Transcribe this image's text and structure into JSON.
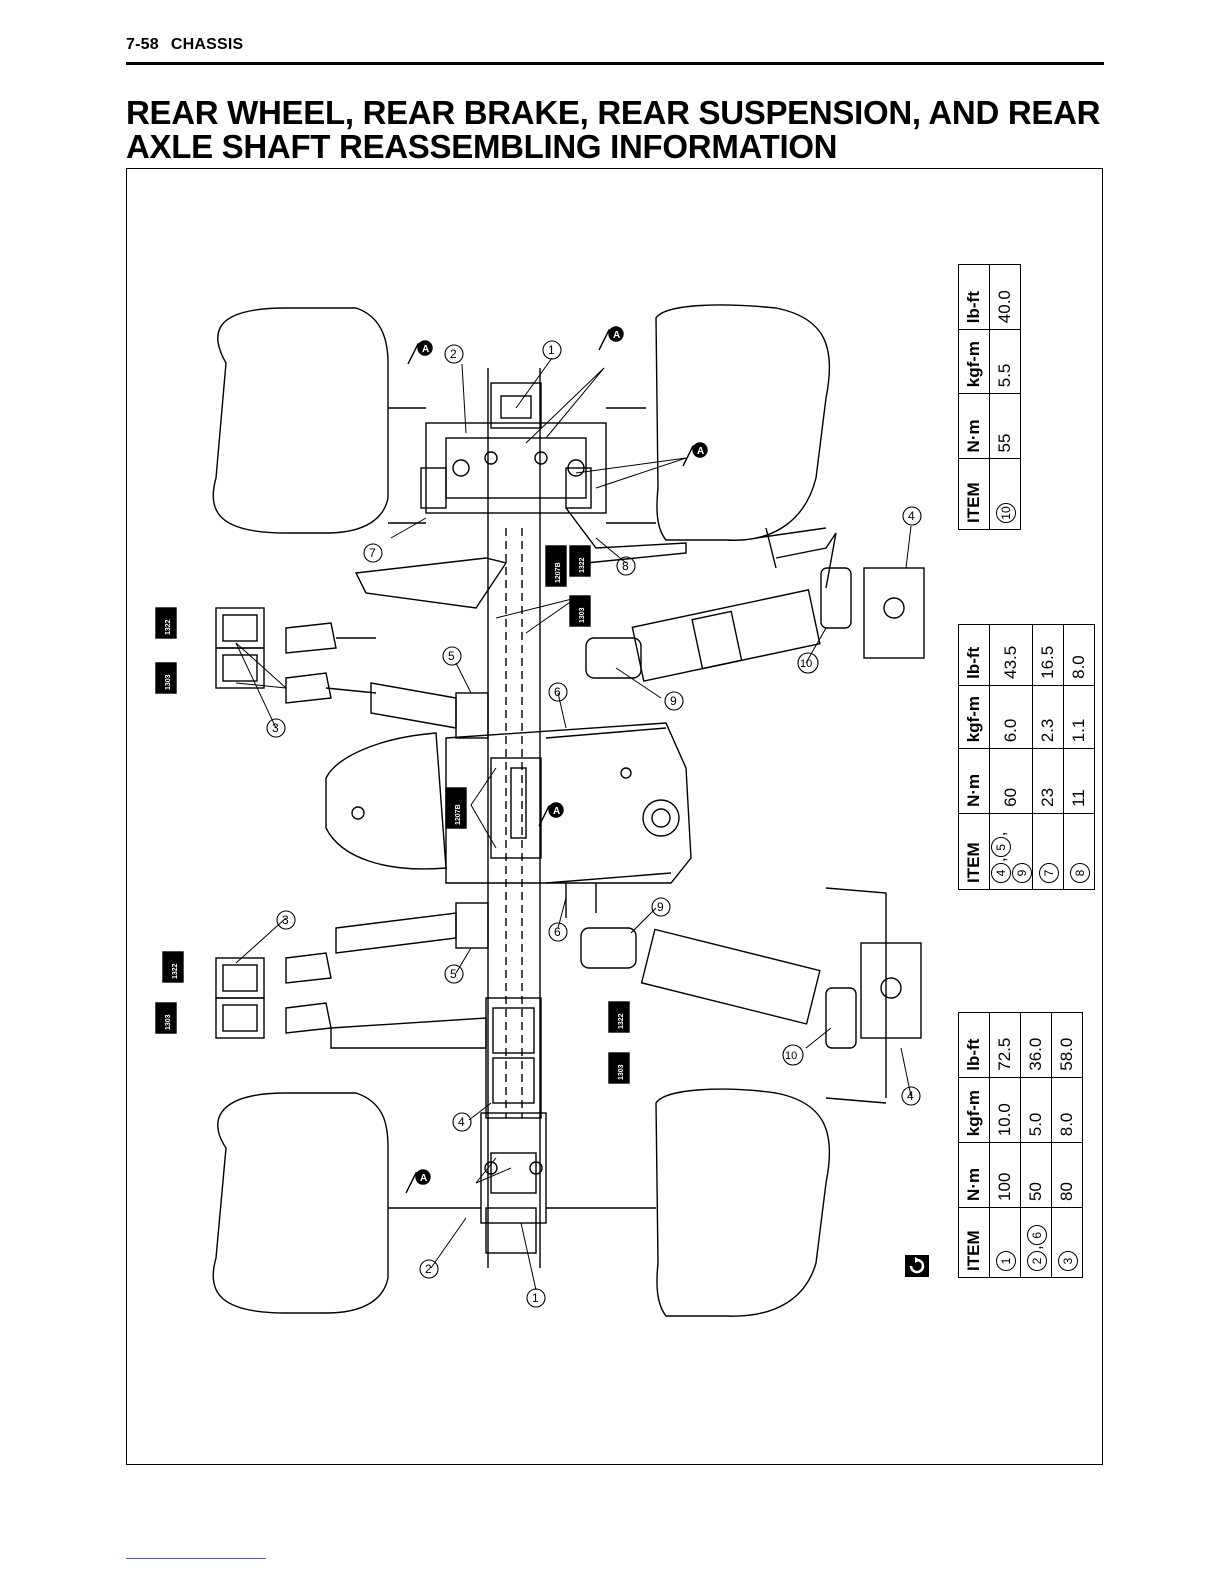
{
  "header": {
    "page": "7-58",
    "section": "CHASSIS"
  },
  "title": {
    "line1": "REAR WHEEL, REAR BRAKE, REAR SUSPENSION, AND REAR",
    "line2": "AXLE SHAFT REASSEMBLING INFORMATION"
  },
  "callouts": [
    "1",
    "2",
    "3",
    "4",
    "5",
    "6",
    "7",
    "8",
    "9",
    "10"
  ],
  "grease_label": "A",
  "thread_lock_codes": [
    "1322",
    "1303",
    "1207B"
  ],
  "tables": {
    "columns": {
      "item": "ITEM",
      "nm": "N·m",
      "kgfm": "kgf-m",
      "lbft": "lb-ft"
    },
    "table1": [
      {
        "item": [
          "10"
        ],
        "nm": "55",
        "kgfm": "5.5",
        "lbft": "40.0"
      }
    ],
    "table2": [
      {
        "item": [
          "4",
          "5",
          "9"
        ],
        "nm": "60",
        "kgfm": "6.0",
        "lbft": "43.5"
      },
      {
        "item": [
          "7"
        ],
        "nm": "23",
        "kgfm": "2.3",
        "lbft": "16.5"
      },
      {
        "item": [
          "8"
        ],
        "nm": "11",
        "kgfm": "1.1",
        "lbft": "8.0"
      }
    ],
    "table3": [
      {
        "item": [
          "1"
        ],
        "nm": "100",
        "kgfm": "10.0",
        "lbft": "72.5"
      },
      {
        "item": [
          "2",
          "6"
        ],
        "nm": "50",
        "kgfm": "5.0",
        "lbft": "36.0"
      },
      {
        "item": [
          "3"
        ],
        "nm": "80",
        "kgfm": "8.0",
        "lbft": "58.0"
      }
    ]
  }
}
